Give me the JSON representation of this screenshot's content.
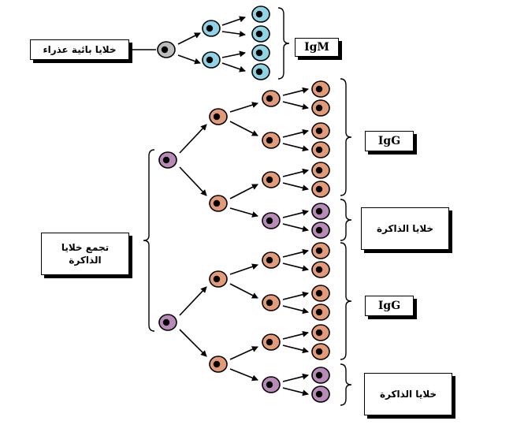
{
  "labels": {
    "naive_cells": "خلايا بائية عذراء",
    "igm": "IgM",
    "igg_top": "IgG",
    "memory_top": "خلايا الذاكرة",
    "memory_pool": "تجمع خلايا الذاكرة",
    "igg_bottom": "IgG",
    "memory_bottom": "خلايا الذاكرة"
  },
  "colors": {
    "naive_cell": "#bdbdbd",
    "igm_cell": "#8fd3e4",
    "igg_cell": "#e39a78",
    "memory_cell": "#b78ab8",
    "nucleus": "#000000",
    "line": "#000000"
  }
}
